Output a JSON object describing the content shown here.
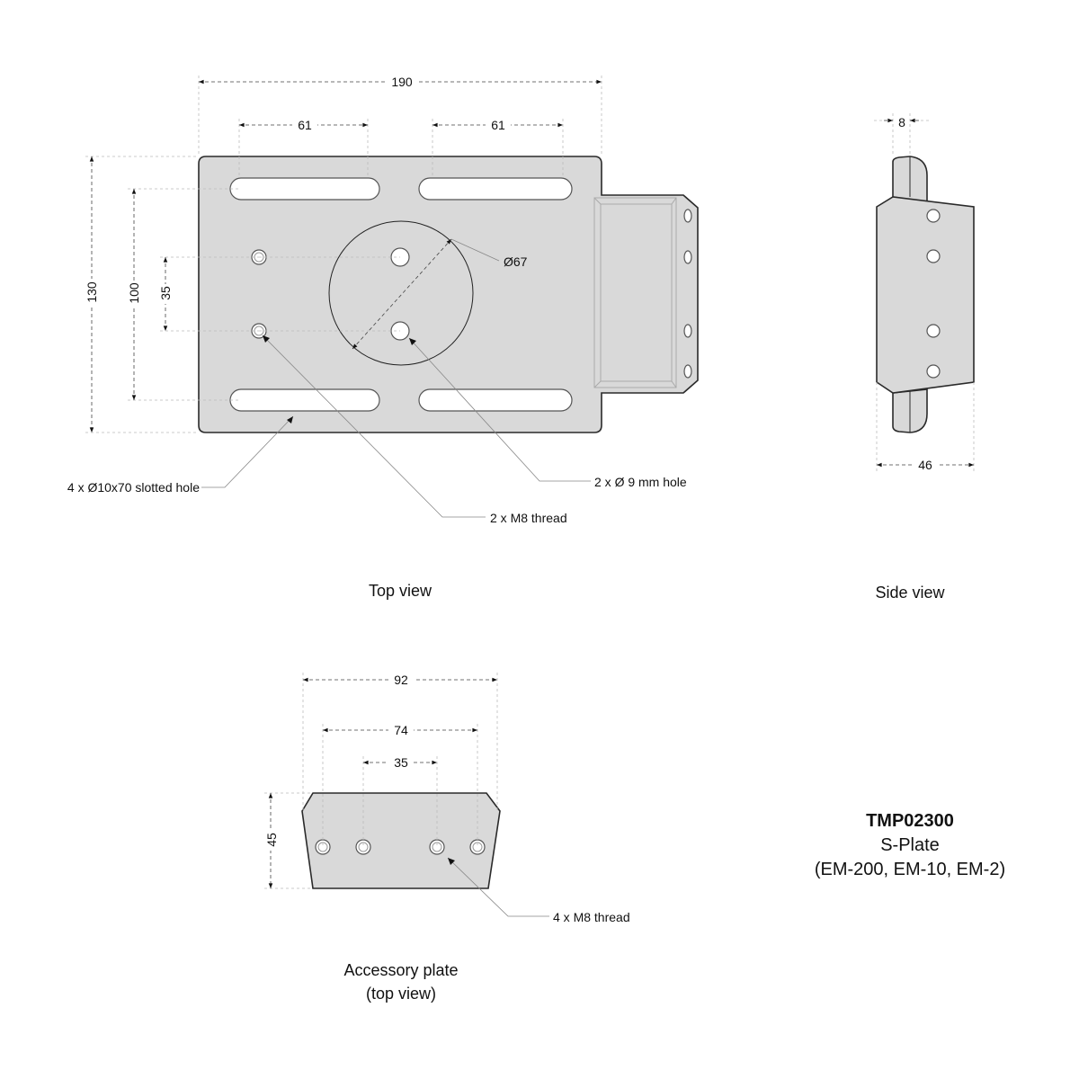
{
  "top_view": {
    "caption": "Top view",
    "dims": {
      "width": "190",
      "slot_left": "61",
      "slot_right": "61",
      "height": "130",
      "slot_span": "100",
      "thread_span": "35",
      "circle": "Ø67"
    },
    "callouts": {
      "slotted": "4 x Ø10x70 slotted hole",
      "m8": "2 x M8 thread",
      "hole9": "2 x Ø 9 mm hole"
    }
  },
  "side_view": {
    "caption": "Side view",
    "dims": {
      "thickness": "8",
      "depth": "46"
    }
  },
  "accessory": {
    "caption_line1": "Accessory plate",
    "caption_line2": "(top view)",
    "dims": {
      "outer": "92",
      "middle": "74",
      "inner": "35",
      "height": "45"
    },
    "callout": "4 x M8 thread"
  },
  "title_block": {
    "part_no": "TMP02300",
    "name": "S-Plate",
    "models": "(EM-200, EM-10, EM-2)"
  }
}
